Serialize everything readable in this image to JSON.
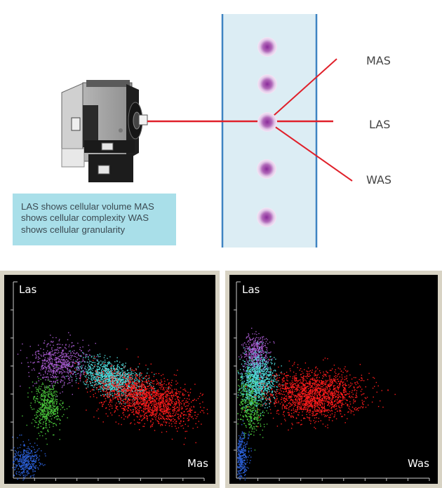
{
  "diagram": {
    "signal_labels": {
      "mas": "MAS",
      "las": "LAS",
      "was": "WAS"
    },
    "caption": "LAS shows cellular volume MAS shows cellular complexity WAS shows cellular granularity",
    "colors": {
      "laser": "#e0202a",
      "flow_channel": "#dcedf4",
      "channel_border": "#3f84c2",
      "cell": "#b067b8",
      "caption_bg": "#a9dfe9"
    }
  },
  "chart_data": [
    {
      "type": "scatter",
      "ylabel": "Las",
      "xlabel": "Mas",
      "grid": false,
      "series_colors": [
        "#2b5fd6",
        "#49c43a",
        "#a257c9",
        "#4fd6d6",
        "#ff1c1c"
      ]
    },
    {
      "type": "scatter",
      "ylabel": "Las",
      "xlabel": "Was",
      "grid": false,
      "series_colors": [
        "#2b5fd6",
        "#49c43a",
        "#a257c9",
        "#4fd6d6",
        "#ff1c1c"
      ]
    }
  ]
}
